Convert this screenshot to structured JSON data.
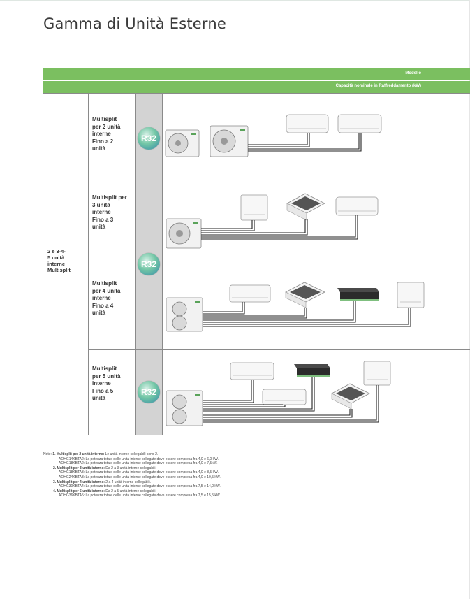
{
  "page": {
    "title": "Gamma di Unità Esterne"
  },
  "header": {
    "model_label": "Modello",
    "capacity_label": "Capacità nominale in Raffreddamento (kW)"
  },
  "group": {
    "label": "2 e 3-4-\n5 unità\ninterne\nMultisplit"
  },
  "rows": [
    {
      "label": "Multisplit\nper 2 unità\ninterne\nFino a 2\nunità",
      "badge": "R32"
    },
    {
      "label": "Multisplit per\n3 unità\ninterne\nFino a 3\nunità",
      "badge": "R32"
    },
    {
      "label": "Multisplit\nper 4 unità\ninterne\nFino a 4\nunità",
      "badge": ""
    },
    {
      "label": "Multisplit\nper 5 unità\ninterne\nFino a 5\nunità",
      "badge": "R32"
    }
  ],
  "notes": {
    "prefix": "Note: ",
    "n1_title": "1. Multisplit per 2 unità interne:",
    "n1_text": " Le unità interne collegabili sono 2.",
    "n1_a": "AOHG14KBTA2: La potenza totale delle unità interne collegate deve essere compresa  fra 4,0 e 6,0 kW.",
    "n1_b": "AOHG18KBTA2: La potenza totale delle unità interne collegate deve essere compresa fra 4,0 e 7,5kW.",
    "n2_title": "2. Multisplit per 3 unità interne:",
    "n2_text": " Da 2 a 3 unità interne collegabili.",
    "n2_a": "AOHG18KBTA3: La potenza totale delle unità interne collegate deve essere compresa fra 4,0 e 8,5 kW.",
    "n2_b": "AOHG24KBTA3: La potenza totale delle unità interne collegate deve essere compresa fra 4,0 e 10,5 kW.",
    "n3_title": "3. Multisplit per 4 unità interne:",
    "n3_text": " 2 a 4 unità interne collegabili.",
    "n3_a": "AOHG30KBTA4: La potenza totale delle unità interne collegate deve essere compresa fra 7,5 e 14,0 kW.",
    "n4_title": "4. Multisplit per 5 unità interne:",
    "n4_text": " Da 2 a 5 unità interne collegabili.",
    "n4_a": "AOHG36KBTA5: La potenza totale delle unità interne collegate deve essere compresa fra 7,5 e 15,5 kW."
  }
}
